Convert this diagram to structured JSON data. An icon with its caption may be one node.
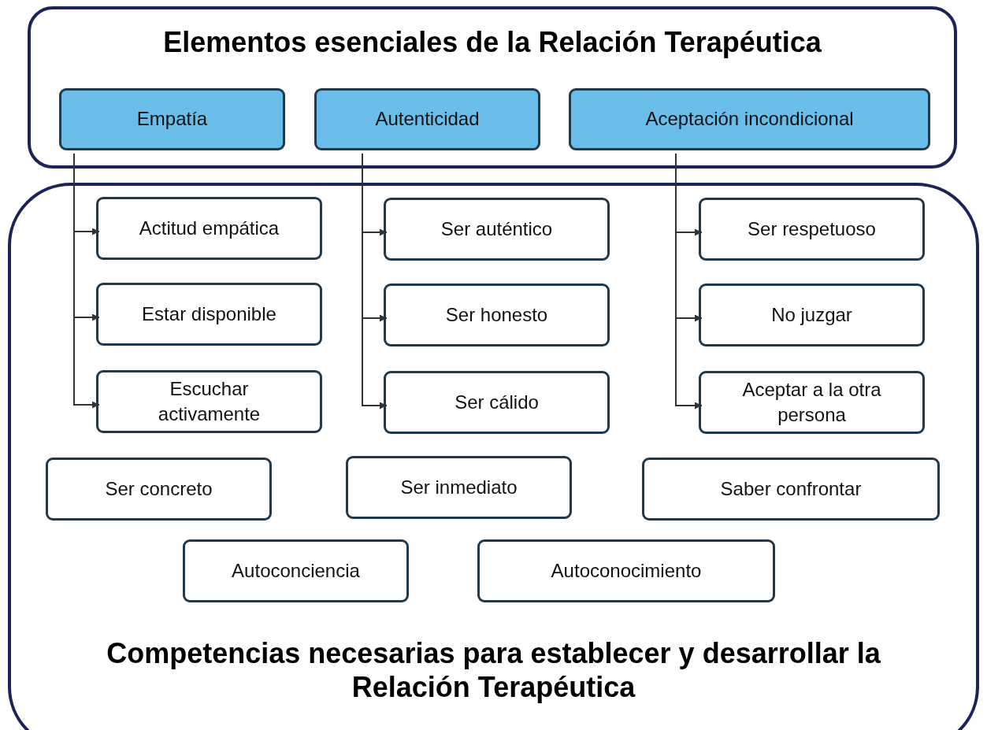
{
  "diagram": {
    "nodes": [
      {
        "text": [
          "Elementos esenciales de la Relación Terapéutica"
        ]
      },
      {
        "text": [
          "Empatía"
        ],
        "in": 0
      },
      {
        "text": [
          "Autenticidad"
        ],
        "in": 0
      },
      {
        "text": [
          "Aceptación incondicional"
        ],
        "in": 0
      },
      {
        "text": [
          "Competencias necesarias para establecer y desarrollar la Relación Terapéutica"
        ]
      },
      {
        "text": [
          "Actitud empática"
        ],
        "in": 4
      },
      {
        "text": [
          "Ser auténtico"
        ],
        "in": 4
      },
      {
        "text": [
          "Ser respetuoso"
        ],
        "in": 4
      },
      {
        "text": [
          "Estar disponible"
        ],
        "in": 4
      },
      {
        "text": [
          "Ser honesto"
        ],
        "in": 4
      },
      {
        "text": [
          "No juzgar"
        ],
        "in": 4
      },
      {
        "text": [
          "Escuchar activamente"
        ],
        "in": 4
      },
      {
        "text": [
          "Ser cálido"
        ],
        "in": 4
      },
      {
        "text": [
          "Aceptar a la otra persona"
        ],
        "in": 4
      },
      {
        "text": [
          "Ser concreto"
        ],
        "in": 4
      },
      {
        "text": [
          "Ser inmediato"
        ],
        "in": 4
      },
      {
        "text": [
          "Saber confrontar"
        ],
        "in": 4
      },
      {
        "text": [
          "Autoconciencia"
        ],
        "in": 4
      },
      {
        "text": [
          "Autoconocimiento"
        ],
        "in": 4
      }
    ],
    "edges": [
      {
        "from": 1,
        "to": 5,
        "arrow": "to"
      },
      {
        "from": 1,
        "to": 8,
        "arrow": "to"
      },
      {
        "from": 1,
        "to": 11,
        "arrow": "to"
      },
      {
        "from": 2,
        "to": 6,
        "arrow": "to"
      },
      {
        "from": 2,
        "to": 9,
        "arrow": "to"
      },
      {
        "from": 2,
        "to": 12,
        "arrow": "to"
      },
      {
        "from": 3,
        "to": 7,
        "arrow": "to"
      },
      {
        "from": 3,
        "to": 10,
        "arrow": "to"
      },
      {
        "from": 3,
        "to": 13,
        "arrow": "to"
      }
    ]
  }
}
